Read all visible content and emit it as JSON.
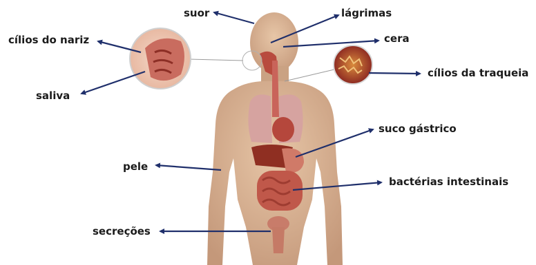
{
  "labels": {
    "suor": "suor",
    "lagrimas": "lágrimas",
    "cera": "cera",
    "cilios_nariz": "cílios do nariz",
    "cilios_traqueia": "cílios da traqueia",
    "saliva": "saliva",
    "suco_gastrico": "suco gástrico",
    "pele": "pele",
    "bacterias_intestinais": "bactérias intestinais",
    "secrecoes": "secreções"
  },
  "colors": {
    "arrow": "#1f2f6b",
    "skin": "#d9b391",
    "organ": "#b5473c",
    "lung": "#d6a3a0",
    "text": "#1b1b1b"
  }
}
